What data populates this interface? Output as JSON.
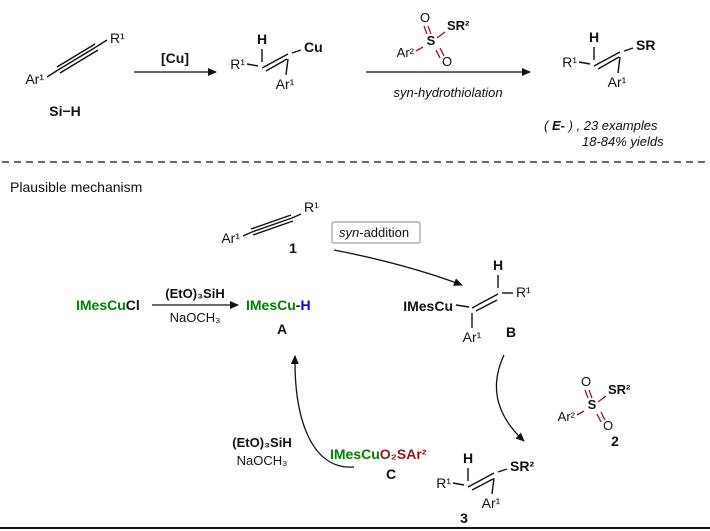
{
  "colors": {
    "copper_green": "#008000",
    "hydrogen_blue": "#0000DD",
    "sulfur_maroon": "#8B1A1A",
    "ink": "#111111"
  },
  "top_scheme": {
    "alkyne": {
      "ar1": "Ar¹",
      "r1": "R¹",
      "silane": "Si−H"
    },
    "arrow1": {
      "catalyst": "[Cu]"
    },
    "vinylcopper": {
      "h": "H",
      "r1": "R¹",
      "cu": "Cu",
      "ar1": "Ar¹"
    },
    "arrow2": {
      "reagent": {
        "o_top": "O",
        "s": "S",
        "sr2": "SR²",
        "ar2": "Ar²",
        "o_bottom": "O"
      },
      "reaction_name": "syn-hydrothiolation"
    },
    "product": {
      "h": "H",
      "r1": "R¹",
      "sr": "SR",
      "ar1": "Ar¹"
    },
    "results": {
      "pre": "( ",
      "stereo": "E-",
      "post": " ) , 23 examples",
      "yields": "18-84% yields"
    }
  },
  "mechanism": {
    "title": "Plausible mechanism",
    "alkyne": {
      "ar1": "Ar¹",
      "r1": "R¹",
      "label": "1"
    },
    "syn_addition": {
      "italic": "syn",
      "rest": "-addition"
    },
    "precatalyst": {
      "imescu": "IMesCu",
      "cl": "Cl"
    },
    "activation": {
      "silane": "(EtO)₃SiH",
      "base": "NaOCH₃"
    },
    "hydride": {
      "imescu": "IMesCu",
      "bond": "-",
      "h": "H",
      "label": "A"
    },
    "vinylcopper": {
      "imescu": "IMesCu",
      "h": "H",
      "r1": "R¹",
      "ar1": "Ar¹",
      "label": "B"
    },
    "thiosulfonate": {
      "o_top": "O",
      "s": "S",
      "sr2": "SR²",
      "ar2": "Ar²",
      "o_bottom": "O",
      "label": "2"
    },
    "sulfinate": {
      "imescu": "IMesCu",
      "rest": "O₂SAr²",
      "label": "C"
    },
    "regeneration": {
      "silane": "(EtO)₃SiH",
      "base": "NaOCH₃"
    },
    "product": {
      "h": "H",
      "r1": "R¹",
      "sr2": "SR²",
      "ar1": "Ar¹",
      "label": "3"
    }
  }
}
